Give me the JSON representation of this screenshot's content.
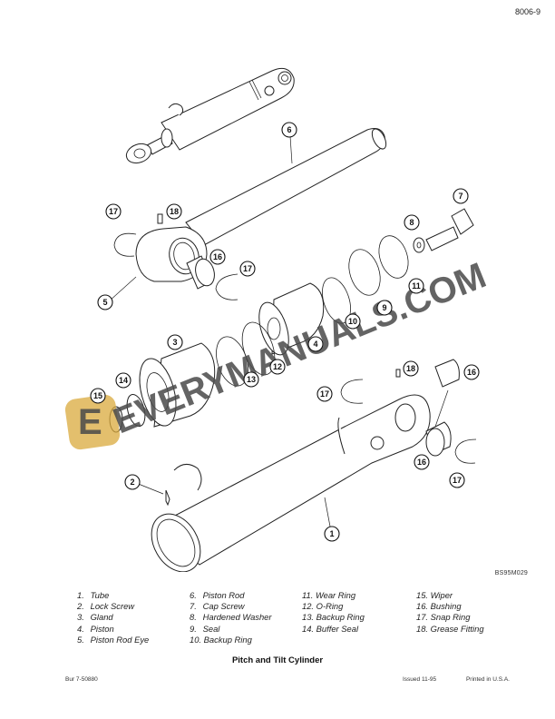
{
  "header": {
    "page_number": "8006-9"
  },
  "diagram": {
    "figure_id": "BS95M029",
    "callouts": [
      {
        "n": "1"
      },
      {
        "n": "2"
      },
      {
        "n": "3"
      },
      {
        "n": "4"
      },
      {
        "n": "5"
      },
      {
        "n": "6"
      },
      {
        "n": "7"
      },
      {
        "n": "8"
      },
      {
        "n": "9"
      },
      {
        "n": "10"
      },
      {
        "n": "11"
      },
      {
        "n": "12"
      },
      {
        "n": "13"
      },
      {
        "n": "14"
      },
      {
        "n": "15"
      },
      {
        "n": "16"
      },
      {
        "n": "17"
      },
      {
        "n": "18"
      }
    ],
    "watermark": "EVERYMANUALS.COM",
    "watermark_logo_letter": "E"
  },
  "legend": {
    "columns": [
      [
        {
          "num": "1.",
          "label": "Tube"
        },
        {
          "num": "2.",
          "label": "Lock Screw"
        },
        {
          "num": "3.",
          "label": "Gland"
        },
        {
          "num": "4.",
          "label": "Piston"
        },
        {
          "num": "5.",
          "label": "Piston Rod Eye"
        }
      ],
      [
        {
          "num": "6.",
          "label": "Piston Rod"
        },
        {
          "num": "7.",
          "label": "Cap Screw"
        },
        {
          "num": "8.",
          "label": "Hardened Washer"
        },
        {
          "num": "9.",
          "label": "Seal"
        },
        {
          "num": "10.",
          "label": "Backup Ring"
        }
      ],
      [
        {
          "num": "11.",
          "label": "Wear Ring"
        },
        {
          "num": "12.",
          "label": "O-Ring"
        },
        {
          "num": "13.",
          "label": "Backup Ring"
        },
        {
          "num": "14.",
          "label": "Buffer Seal"
        }
      ],
      [
        {
          "num": "15.",
          "label": "Wiper"
        },
        {
          "num": "16.",
          "label": "Bushing"
        },
        {
          "num": "17.",
          "label": "Snap Ring"
        },
        {
          "num": "18.",
          "label": "Grease Fitting"
        }
      ]
    ]
  },
  "title": "Pitch and Tilt Cylinder",
  "footer": {
    "bur": "Bur 7-50880",
    "issued": "Issued 11-95",
    "printed": "Printed in U.S.A."
  }
}
